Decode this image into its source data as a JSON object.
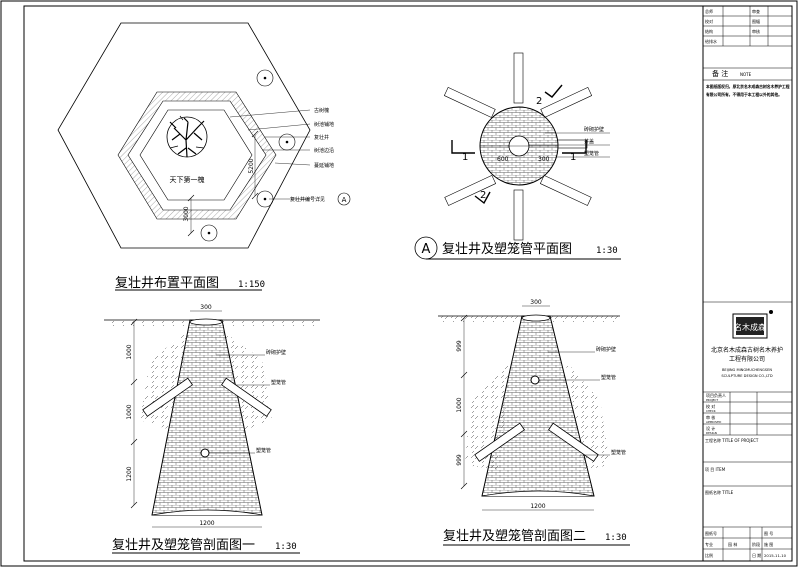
{
  "title_block": {
    "sign_rows": [
      {
        "left": "总师",
        "right": "审查"
      },
      {
        "left": "校对",
        "right": "图幅"
      },
      {
        "left": "结构",
        "right": "审核"
      },
      {
        "left": "给排水",
        "right": ""
      }
    ],
    "notes_title": "备 注",
    "notes_sub": "NOTE",
    "notes_text_1": "本图纸版权归，原北京名木成森古树名木养护工程",
    "notes_text_2": "有限公司所有，不得用于本工程以外的其他。",
    "company_logo_text": "名木成森",
    "company_cn_1": "北京名木成森古树名木养护",
    "company_cn_2": "工程有限公司",
    "company_en_1": "BEIJING MINGMUCHENGSEN",
    "company_en_2": "SCULPTURE DESIGN CO.,LTD",
    "role_rows": [
      {
        "cn": "项目负责人",
        "en": "PROJECT"
      },
      {
        "cn": "校 对",
        "en": "CHECK"
      },
      {
        "cn": "审 核",
        "en": "APPROVED"
      },
      {
        "cn": "设 计",
        "en": "DESIGN"
      }
    ],
    "project_name_label": "工程名称 TITLE OF PROJECT",
    "content_label": "项 目 ITEM",
    "drawing_name_label": "图纸名称 TITLE",
    "bottom": {
      "drawing_no_label": "图纸号",
      "category_label": "图 号",
      "major_label": "专业",
      "major_value": "园 林",
      "phase_label": "阶段",
      "phase_value": "施 图",
      "scale_label": "比例",
      "date_label": "日 期",
      "date_value": "2015-11-10"
    }
  },
  "plan_view": {
    "title": "复壮井布置平面图",
    "scale": "1:150",
    "tree_label": "天下第一槐",
    "annotations": [
      "古树槐",
      "树池铺地",
      "复壮井",
      "树池边沿",
      "蔓延铺地",
      "复壮井编号详见"
    ],
    "dims": [
      "5200",
      "3000"
    ],
    "callout": "A"
  },
  "detail_plan": {
    "callout": "A",
    "title": "复壮井及塑笼管平面图",
    "scale": "1:30",
    "section_marks": [
      "1",
      "1",
      "2",
      "2"
    ],
    "annotations": [
      "砖砌护壁",
      "井盖",
      "塑笼管"
    ],
    "dims": [
      "600",
      "300"
    ]
  },
  "section_1": {
    "title": "复壮井及塑笼管剖面图一",
    "scale": "1:30",
    "top_dim": "300",
    "bottom_dim": "1200",
    "vertical_dims": [
      "1000",
      "1000",
      "1200"
    ],
    "annotations": [
      "砖砌护壁",
      "塑笼管",
      "塑笼管"
    ]
  },
  "section_2": {
    "title": "复壮井及塑笼管剖面图二",
    "scale": "1:30",
    "top_dim": "300",
    "bottom_dim": "1200",
    "vertical_dims": [
      "999",
      "1000",
      "999"
    ],
    "annotations": [
      "砖砌护壁",
      "塑笼管",
      "塑笼管"
    ]
  }
}
